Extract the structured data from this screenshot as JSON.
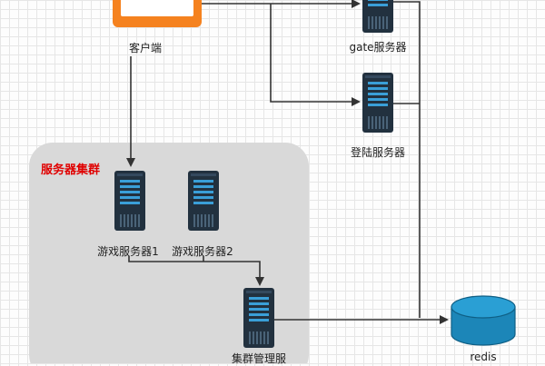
{
  "diagram": {
    "colors": {
      "server_body": "#22313f",
      "server_bar": "#3a9fd8",
      "client_device": "#f5821f",
      "redis": "#1c86b8",
      "group_fill": "#d9d9d9",
      "group_title": "#e00000",
      "connector": "#333333"
    },
    "group": {
      "title": "服务器集群"
    },
    "nodes": {
      "client": {
        "label": "客户端",
        "icon": "client-device-icon"
      },
      "gate_server": {
        "label": "gate服务器",
        "icon": "server-icon"
      },
      "login_server": {
        "label": "登陆服务器",
        "icon": "server-icon"
      },
      "game_server_1": {
        "label": "游戏服务器1",
        "icon": "server-icon"
      },
      "game_server_2": {
        "label": "游戏服务器2",
        "icon": "server-icon"
      },
      "cluster_manager": {
        "label": "集群管理服",
        "icon": "server-icon"
      },
      "redis": {
        "label": "redis",
        "icon": "database-cylinder-icon"
      }
    }
  }
}
